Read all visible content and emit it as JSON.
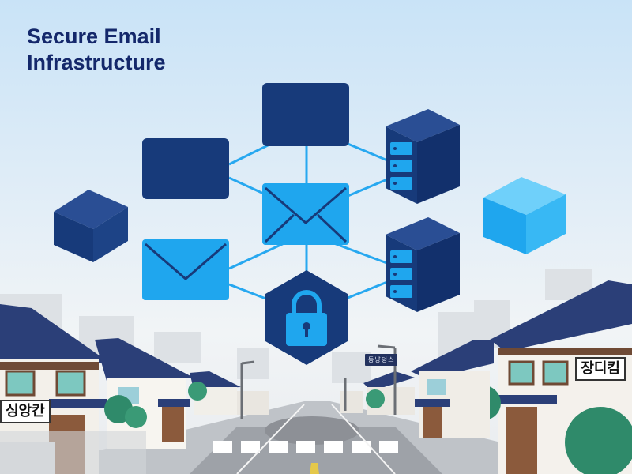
{
  "title": {
    "line1": "Secure Email",
    "line2": "Infrastructure"
  },
  "signs": {
    "left": "싱앙칸",
    "right": "장디킴",
    "street": "둥냥뎡스"
  },
  "colors": {
    "navy": "#173a7a",
    "blue": "#1fa6ee",
    "connector": "#27a8f0",
    "title": "#14286b"
  },
  "icons": [
    "envelope-icon",
    "padlock-icon",
    "server-icon",
    "cube-icon"
  ]
}
